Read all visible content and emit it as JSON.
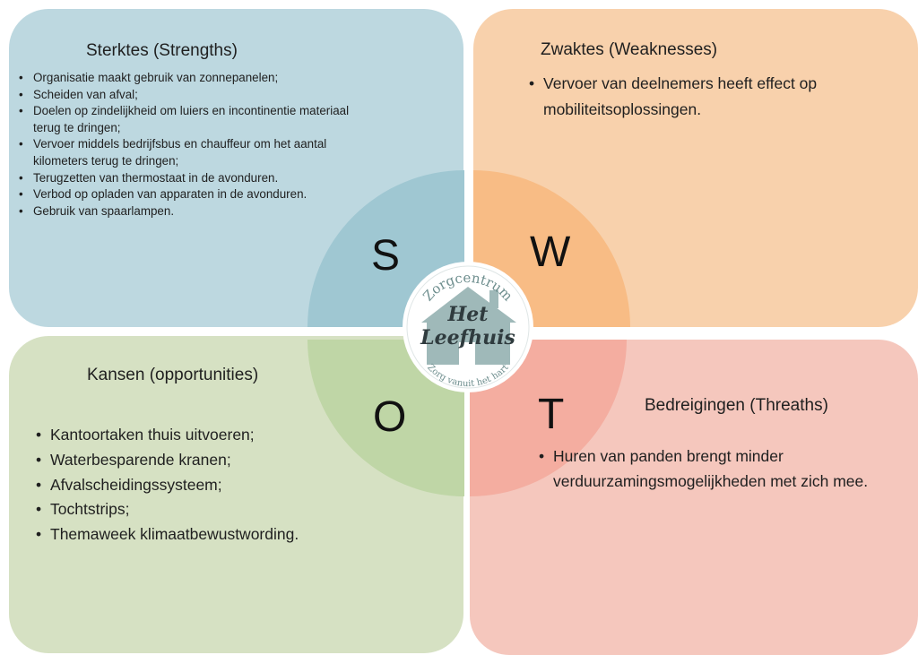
{
  "swot": {
    "strengths": {
      "title": "Sterktes (Strengths)",
      "letter": "S",
      "items": [
        "Organisatie maakt gebruik van zonnepanelen;",
        "Scheiden van afval;",
        "Doelen op zindelijkheid om luiers en incontinentie materiaal terug te dringen;",
        "Vervoer middels bedrijfsbus en chauffeur om het aantal kilometers terug te dringen;",
        "Terugzetten van thermostaat in de avonduren.",
        "Verbod op opladen van apparaten in de avonduren.",
        "Gebruik van spaarlampen."
      ]
    },
    "weaknesses": {
      "title": "Zwaktes (Weaknesses)",
      "letter": "W",
      "items": [
        "Vervoer van deelnemers heeft effect op mobiliteitsoplossingen."
      ]
    },
    "opportunities": {
      "title": "Kansen (opportunities)",
      "letter": "O",
      "items": [
        "Kantoortaken thuis uitvoeren;",
        "Waterbesparende kranen;",
        "Afvalscheidingssysteem;",
        "Tochtstrips;",
        "Themaweek klimaatbewustwording."
      ]
    },
    "threats": {
      "title": "Bedreigingen (Threaths)",
      "letter": "T",
      "items": [
        "Huren van panden brengt minder verduurzamingsmogelijkheden met zich mee."
      ]
    }
  },
  "logo": {
    "top_text": "Zorgcentrum",
    "name_line1": "Het",
    "name_line2": "Leefhuis",
    "bottom_text": "Zorg vanuit het hart"
  },
  "colors": {
    "strengths_bg": "#bdd8e0",
    "weaknesses_bg": "#f8d1ac",
    "opportunities_bg": "#d6e1c3",
    "threats_bg": "#f5c7bd",
    "strengths_accent": "#9fc7d2",
    "weaknesses_accent": "#f8bc85",
    "opportunities_accent": "#bfd6a6",
    "threats_accent": "#f4ada0"
  }
}
